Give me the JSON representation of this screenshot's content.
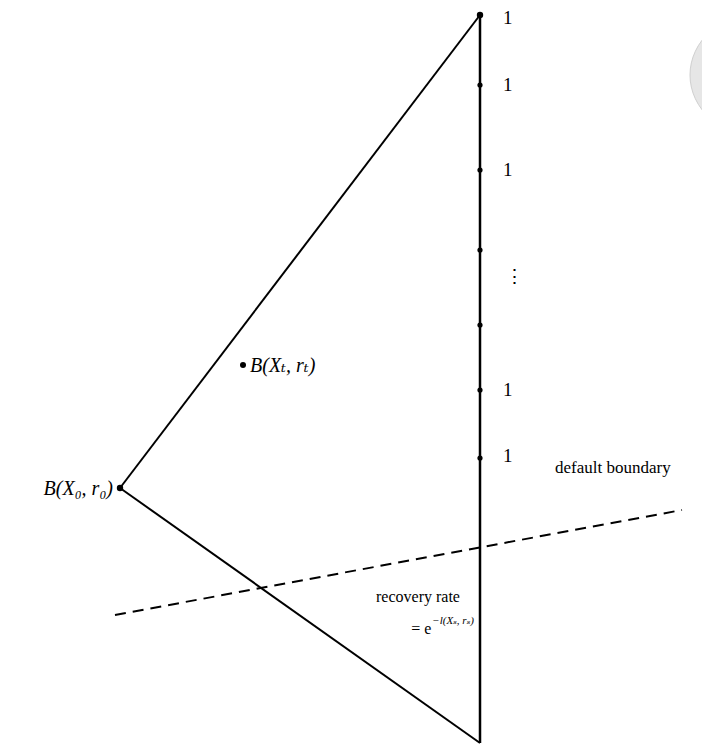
{
  "diagram": {
    "labels": [
      "1",
      "1",
      "1",
      "⋮",
      "1",
      "1",
      "default boundary",
      "B(X₀, r₀)",
      "B(Xₜ, rₜ)",
      "recovery rate",
      "= e",
      "−l(Xₛ, rₛ)"
    ]
  }
}
